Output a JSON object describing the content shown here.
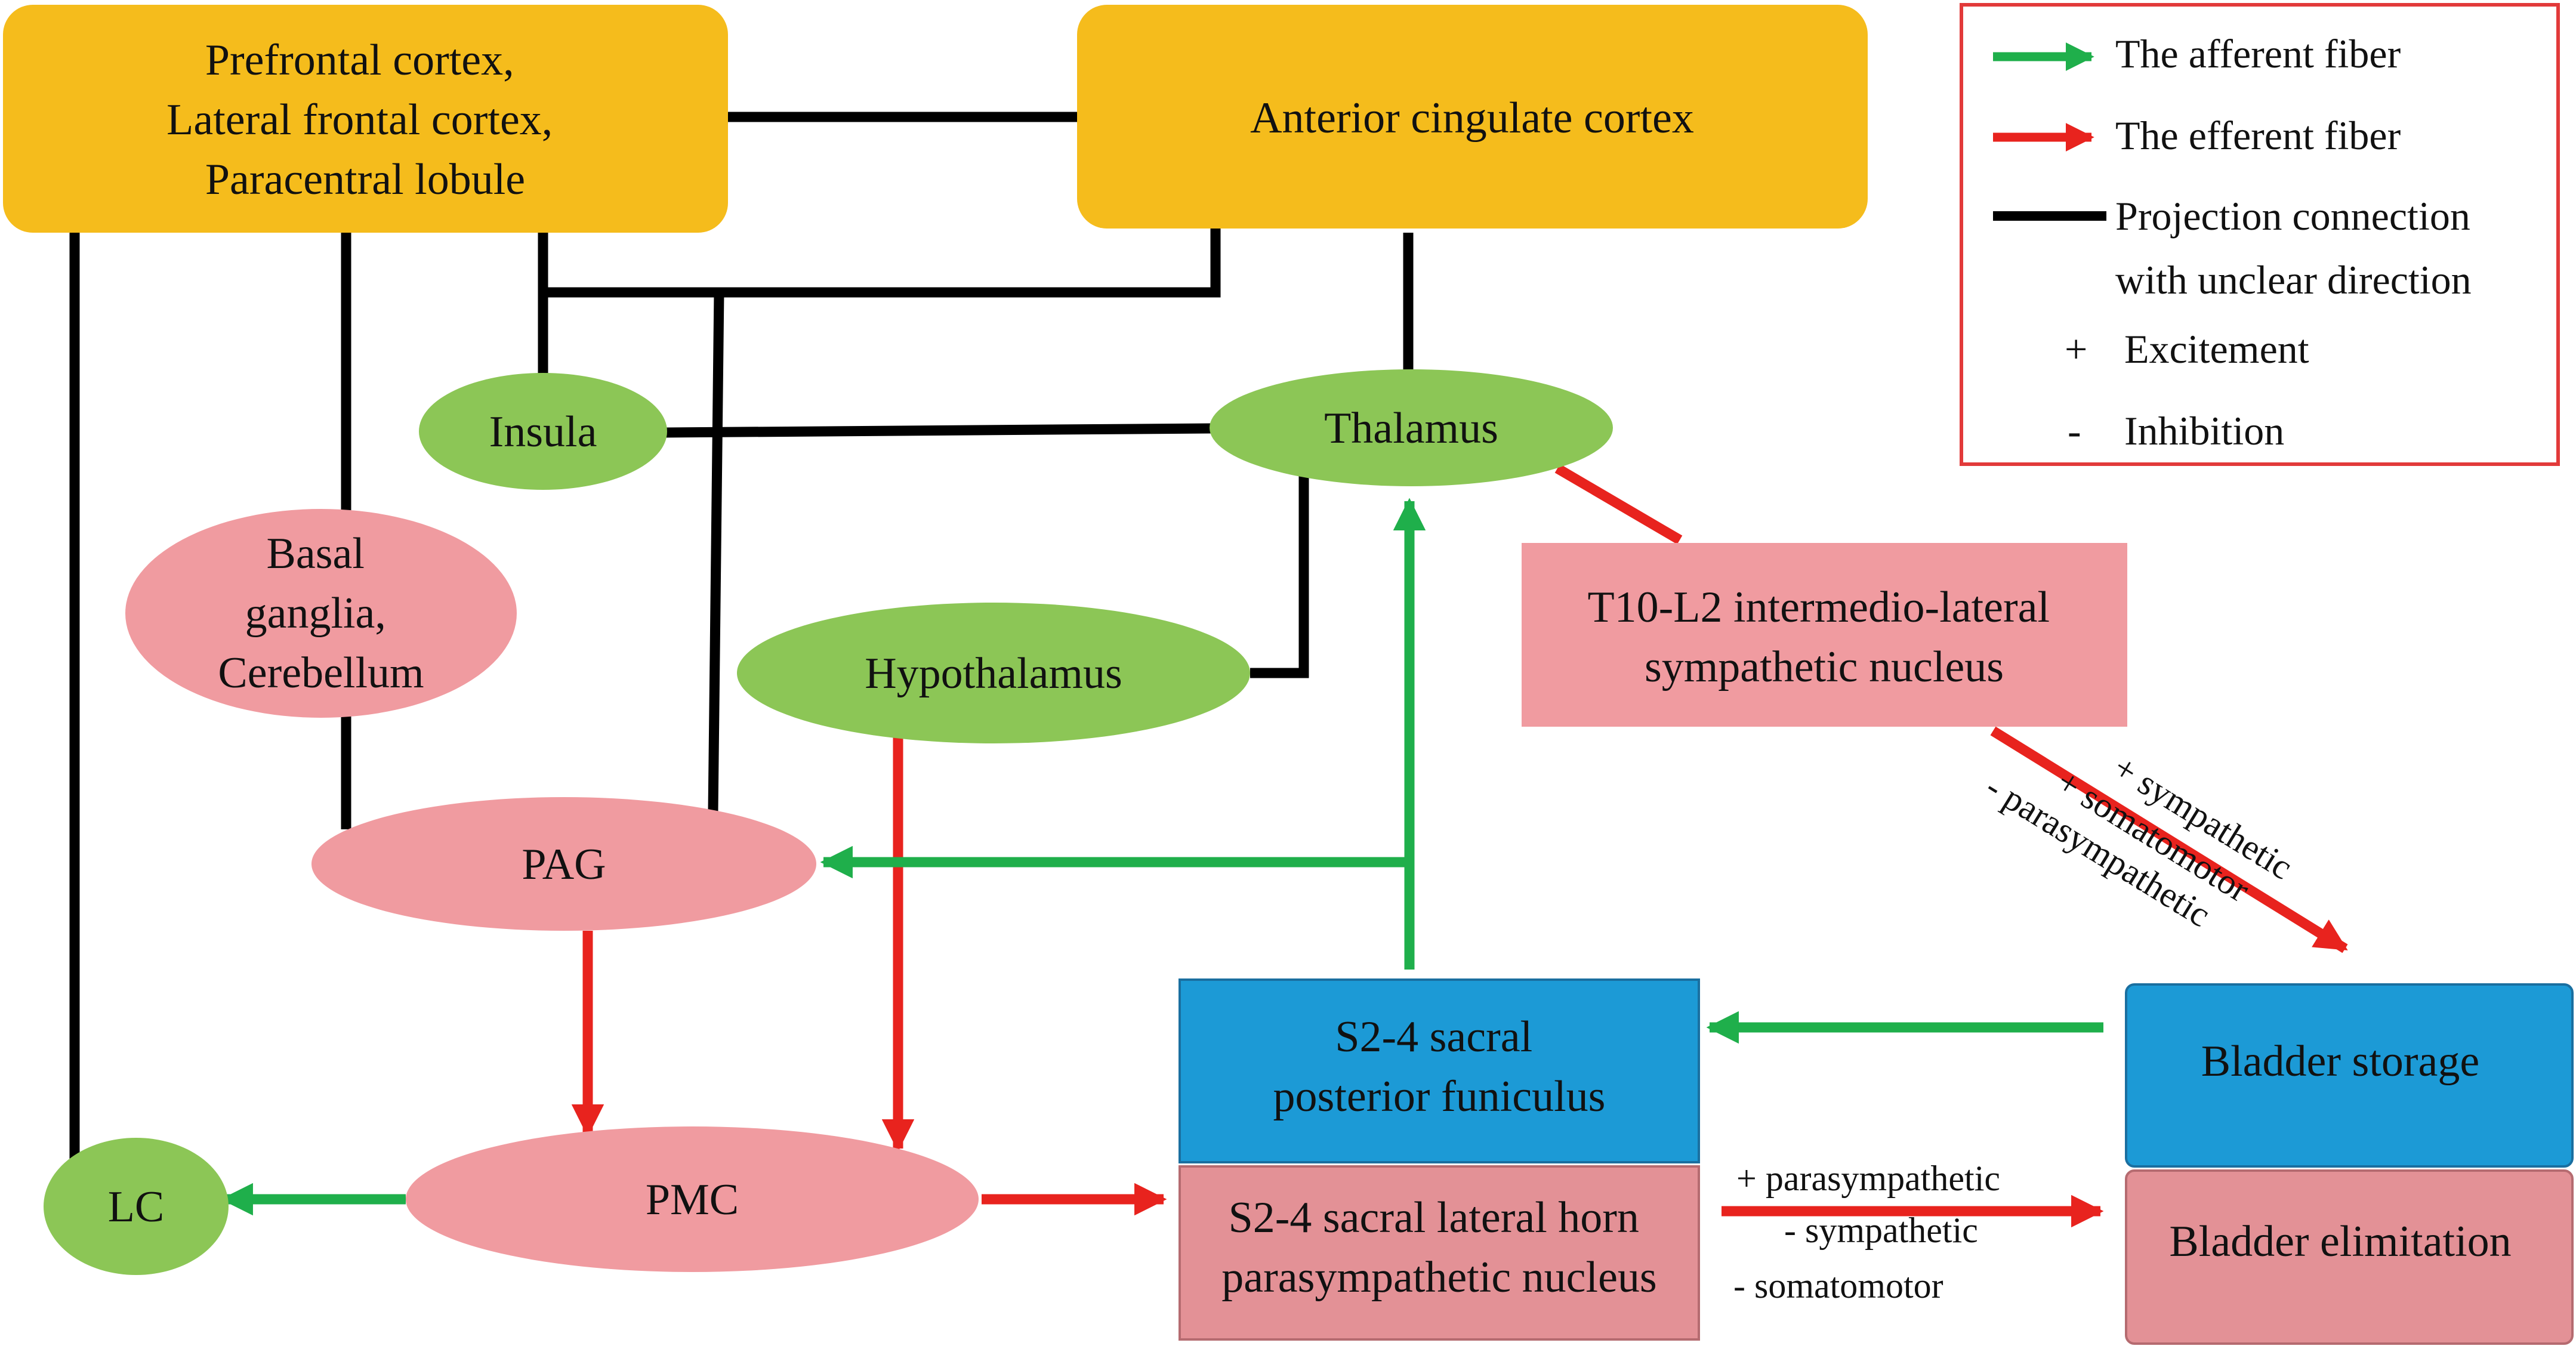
{
  "colors": {
    "cortex": "#F5BC1C",
    "green_node": "#8CC656",
    "pink_node": "#F09BA0",
    "blue_node": "#1C9AD6",
    "afferent": "#1FAF4B",
    "efferent": "#E8231E",
    "projection": "#000000",
    "legend_border": "#E23A3A"
  },
  "nodes": {
    "prefrontal": [
      "Prefrontal cortex,",
      "Lateral frontal cortex,",
      "Paracentral lobule"
    ],
    "acc": [
      "Anterior cingulate cortex"
    ],
    "insula": [
      "Insula"
    ],
    "thalamus": [
      "Thalamus"
    ],
    "basal": [
      "Basal",
      "ganglia,",
      "Cerebellum"
    ],
    "hypothalamus": [
      "Hypothalamus"
    ],
    "t10": [
      "T10-L2 intermedio-lateral",
      "sympathetic nucleus"
    ],
    "pag": [
      "PAG"
    ],
    "pmc": [
      "PMC"
    ],
    "lc": [
      "LC"
    ],
    "posterior": [
      "S2-4 sacral",
      "posterior funiculus"
    ],
    "lateral_horn": [
      "S2-4 sacral lateral horn",
      "parasympathetic nucleus"
    ],
    "storage": [
      "Bladder storage"
    ],
    "elimination": [
      "Bladder elimitation"
    ]
  },
  "edge_labels": {
    "t10_to_storage": [
      "+ sympathetic",
      "+ somatomotor",
      "- parasympathetic"
    ],
    "horn_to_elimination": [
      "+ parasympathetic",
      "- sympathetic",
      "- somatomotor"
    ]
  },
  "legend": {
    "afferent": "The afferent fiber",
    "efferent": "The efferent fiber",
    "projection": [
      "Projection connection",
      "with unclear direction"
    ],
    "excitement_symbol": "+",
    "excitement": "Excitement",
    "inhibition_symbol": "-",
    "inhibition": "Inhibition"
  }
}
